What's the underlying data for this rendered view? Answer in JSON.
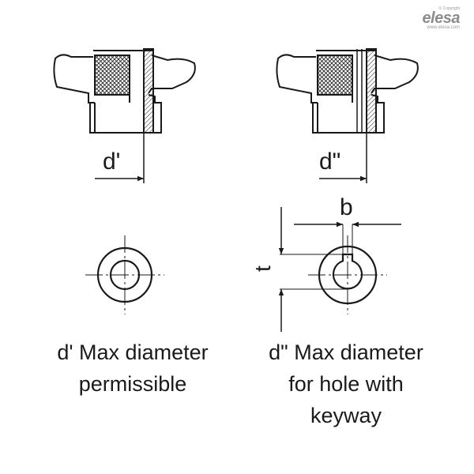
{
  "logo": {
    "copyright": "© Copyright",
    "brand": "elesa",
    "url": "www.elesa.com"
  },
  "labels": {
    "d_single": "d'",
    "d_double": "d\"",
    "b": "b",
    "t": "t"
  },
  "captions": {
    "left": [
      "d' Max diameter",
      "permissible"
    ],
    "right": [
      "d\" Max diameter",
      "for hole with",
      "keyway"
    ]
  }
}
